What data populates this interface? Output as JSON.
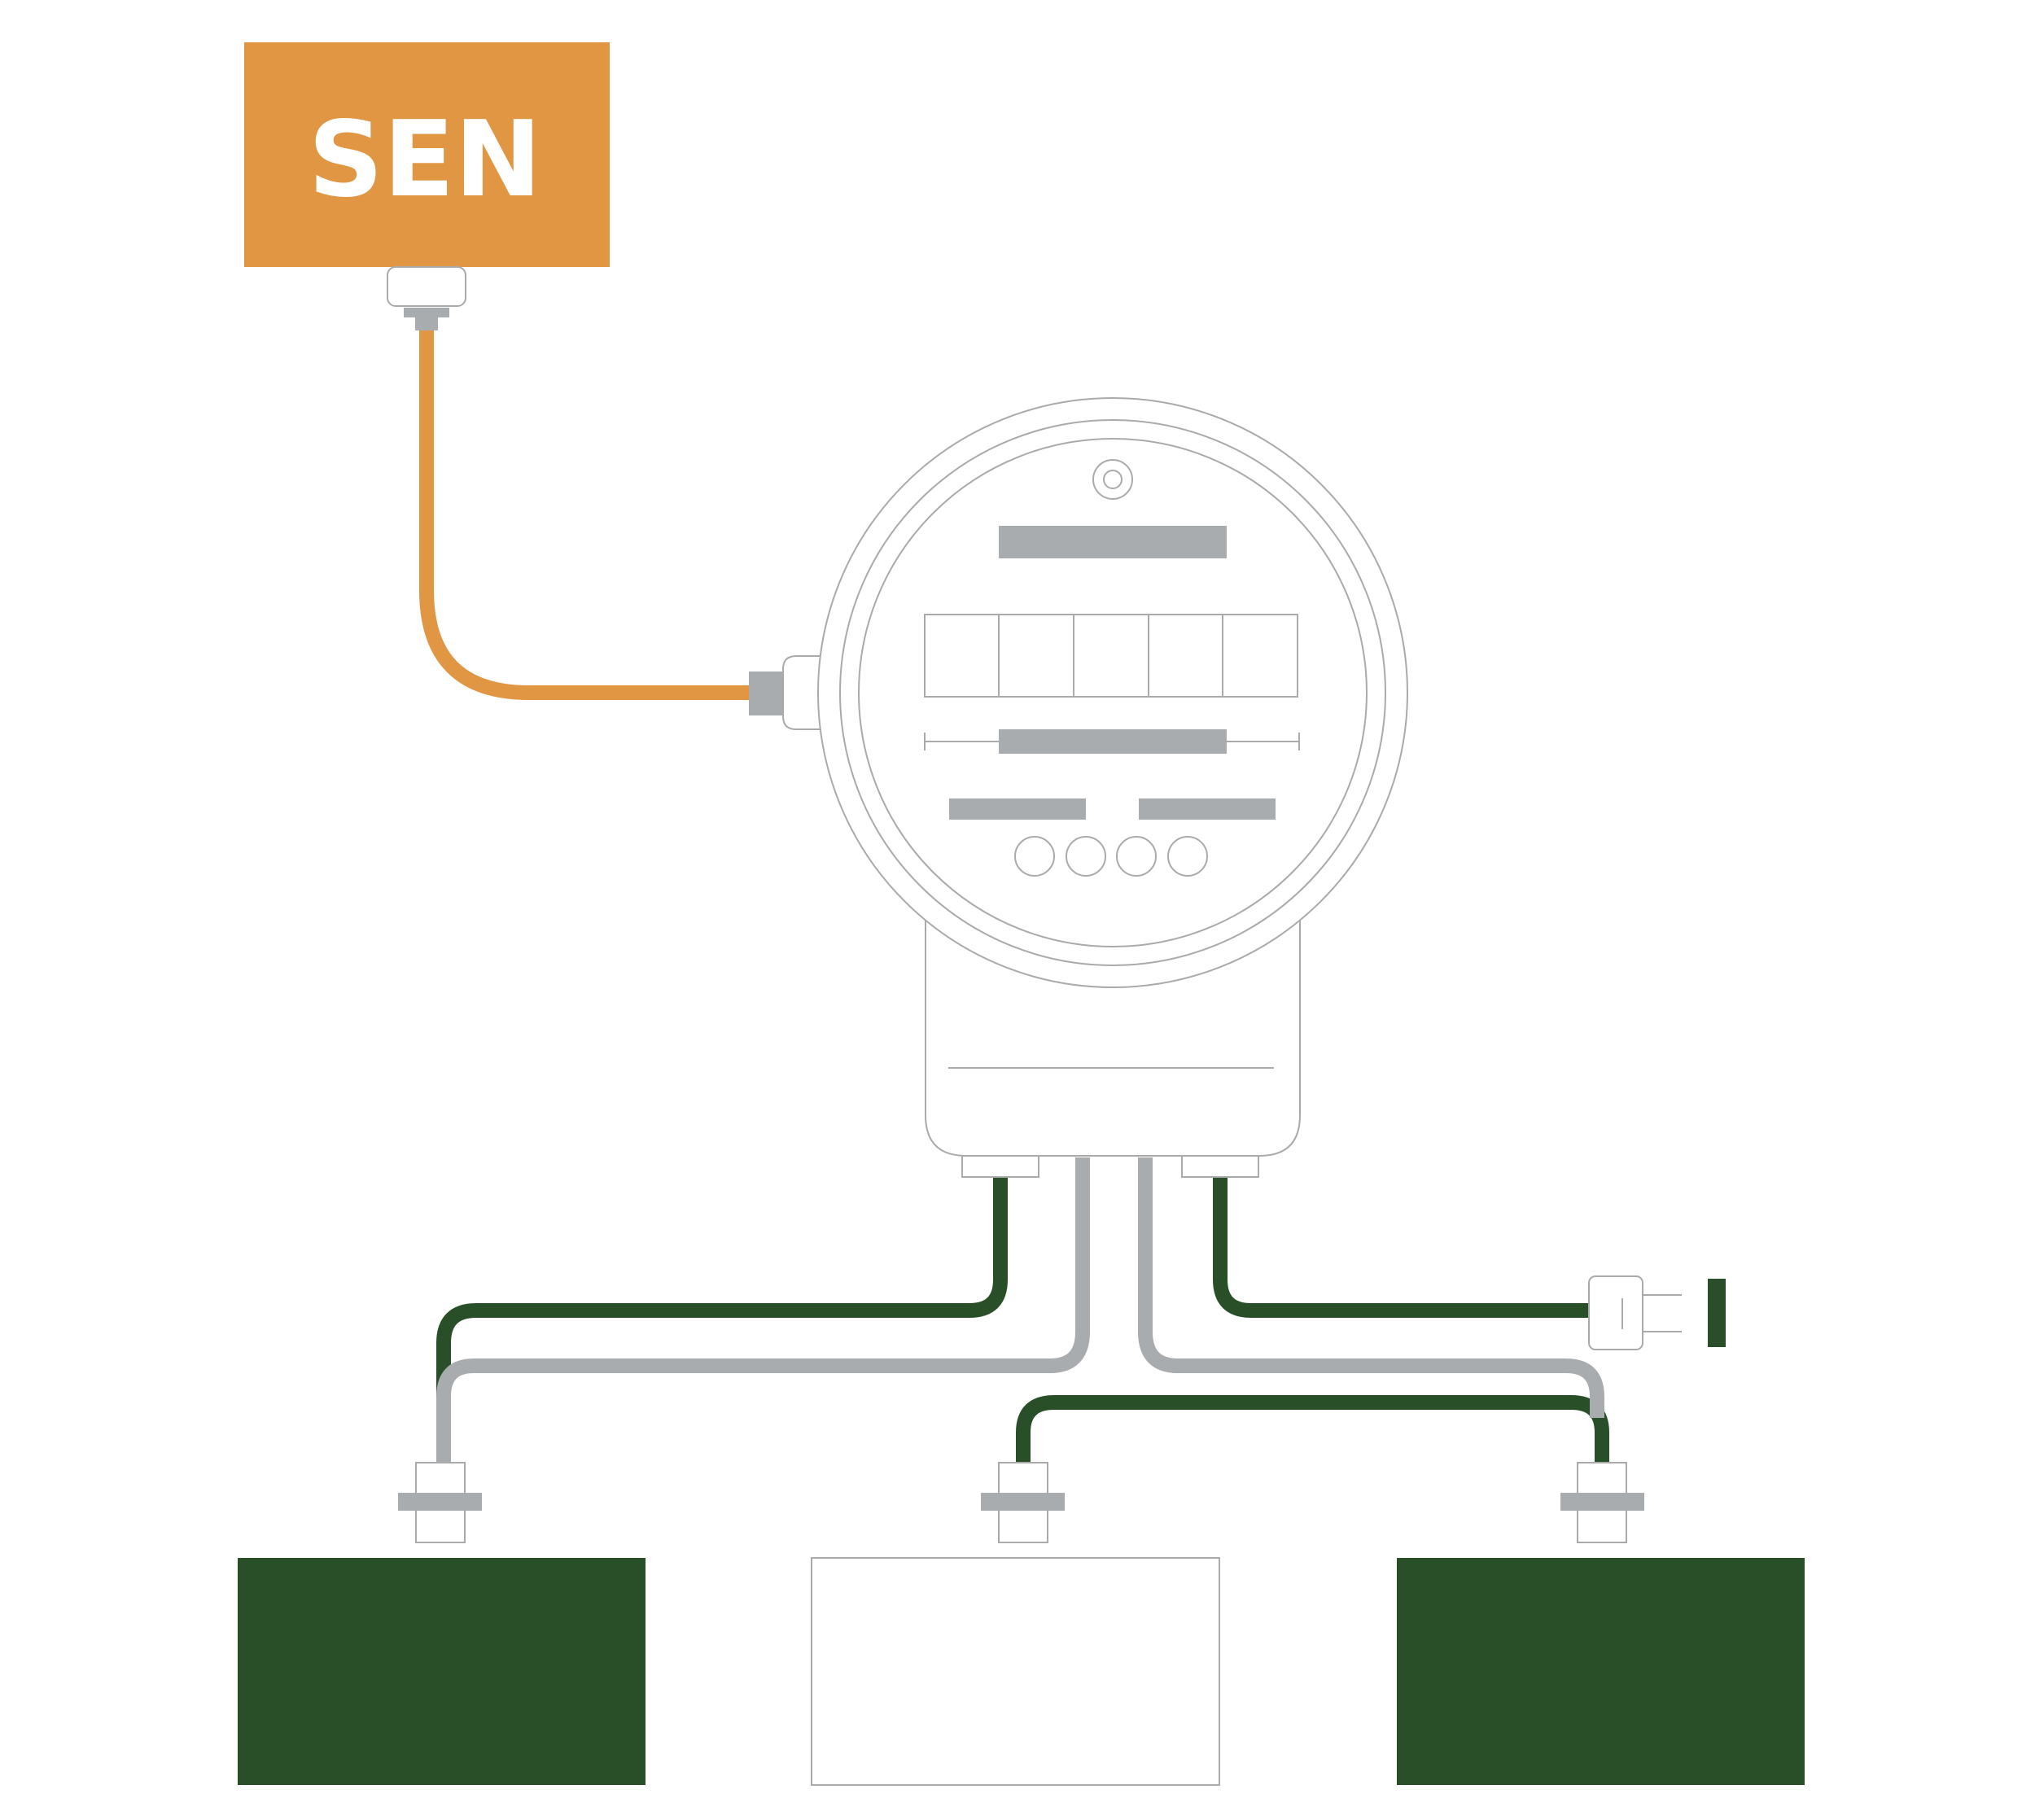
{
  "sensor": {
    "label": "SEN",
    "color": "#E09643"
  },
  "colors": {
    "sensor_cable": "#E09643",
    "green": "#294F28",
    "grey": "#A8ACAF",
    "outline": "#AAAAAA",
    "background": "#FFFFFF"
  },
  "transmitter": {
    "button_count": 4,
    "display_segments": 5
  },
  "outputs": [
    {
      "name": "left-device",
      "fill": "#294F28"
    },
    {
      "name": "center-device",
      "fill": "#FFFFFF"
    },
    {
      "name": "right-device",
      "fill": "#294F28"
    }
  ]
}
